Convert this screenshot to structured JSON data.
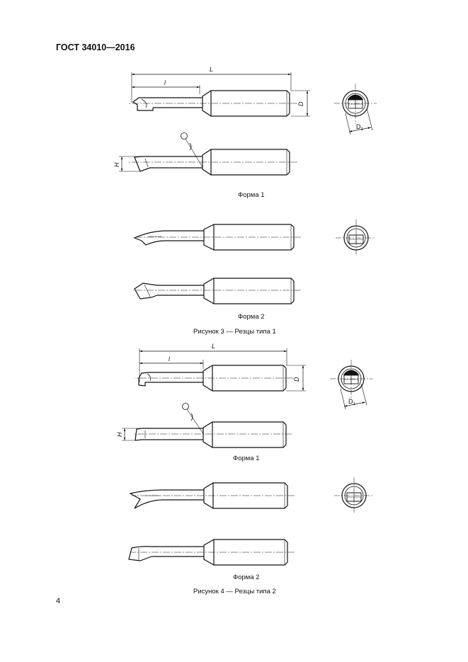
{
  "header": {
    "standard": "ГОСТ 34010—2016"
  },
  "figure3": {
    "form1_label": "Форма 1",
    "form2_label": "Форма 2",
    "caption": "Рисунок 3 — Резцы типа 1",
    "dims": {
      "L": "L",
      "l": "l",
      "D": "D",
      "D1": "D",
      "D1_sub": "1",
      "H": "H"
    }
  },
  "figure4": {
    "form1_label": "Форма 1",
    "form2_label": "Форма 2",
    "caption": "Рисунок 4 — Резцы типа 2",
    "dims": {
      "L": "L",
      "l": "l",
      "D": "D",
      "D1": "D",
      "D1_sub": "1",
      "H": "H"
    }
  },
  "page_number": "4"
}
